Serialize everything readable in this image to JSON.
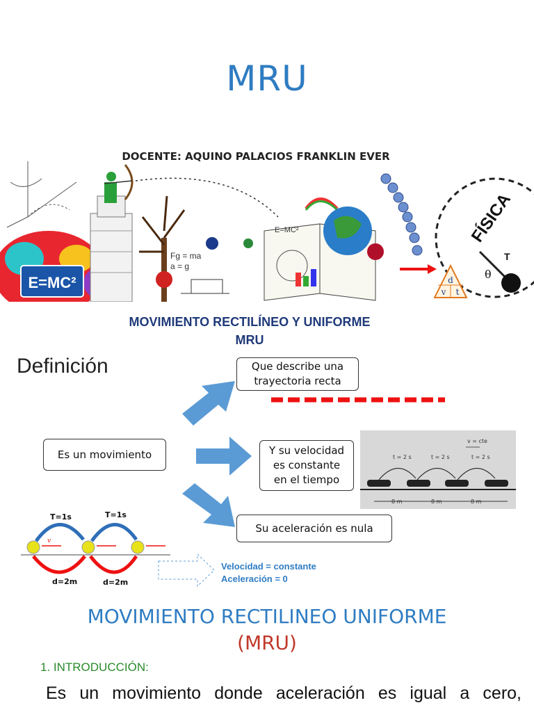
{
  "title": "MRU",
  "docente": "DOCENTE: AQUINO PALACIOS FRANKLIN EVER",
  "banner": {
    "emc2": "E=MC²",
    "emc_small": "E=MC²",
    "fg_formula": "Fg = ma",
    "a_formula": "a = g",
    "fisica": "FÍSICA",
    "tension": "T",
    "theta": "θ",
    "d": "d",
    "v": "v",
    "t": "t"
  },
  "heading1": {
    "line1": "MOVIMIENTO RECTILÍNEO Y UNIFORME",
    "line2": "MRU"
  },
  "definicion": "Definición",
  "boxes": {
    "center": "Es un movimiento",
    "top_line1": "Que describe una",
    "top_line2": "trayectoria recta",
    "mid_line1": "Y su velocidad",
    "mid_line2": "es constante",
    "mid_line3": "en el tiempo",
    "bottom": "Su aceleración es nula"
  },
  "car_diagram": {
    "vcte": "v = cte",
    "t1": "t = 2 s",
    "t2": "t = 2 s",
    "t3": "t = 2 s",
    "d1": "8 m",
    "d2": "8 m",
    "d3": "8 m"
  },
  "ball_diagram": {
    "t1": "T=1s",
    "t2": "T=1s",
    "d1": "d=2m",
    "d2": "d=2m",
    "v": "v"
  },
  "equations": {
    "line1": "Velocidad = constante",
    "line2": "Aceleración = 0"
  },
  "heading2": "MOVIMIENTO RECTILINEO UNIFORME",
  "heading3": "(MRU)",
  "intro": "1. INTRODUCCIÓN:",
  "paragraph": "Es un movimiento donde aceleración es igual a cero,"
}
